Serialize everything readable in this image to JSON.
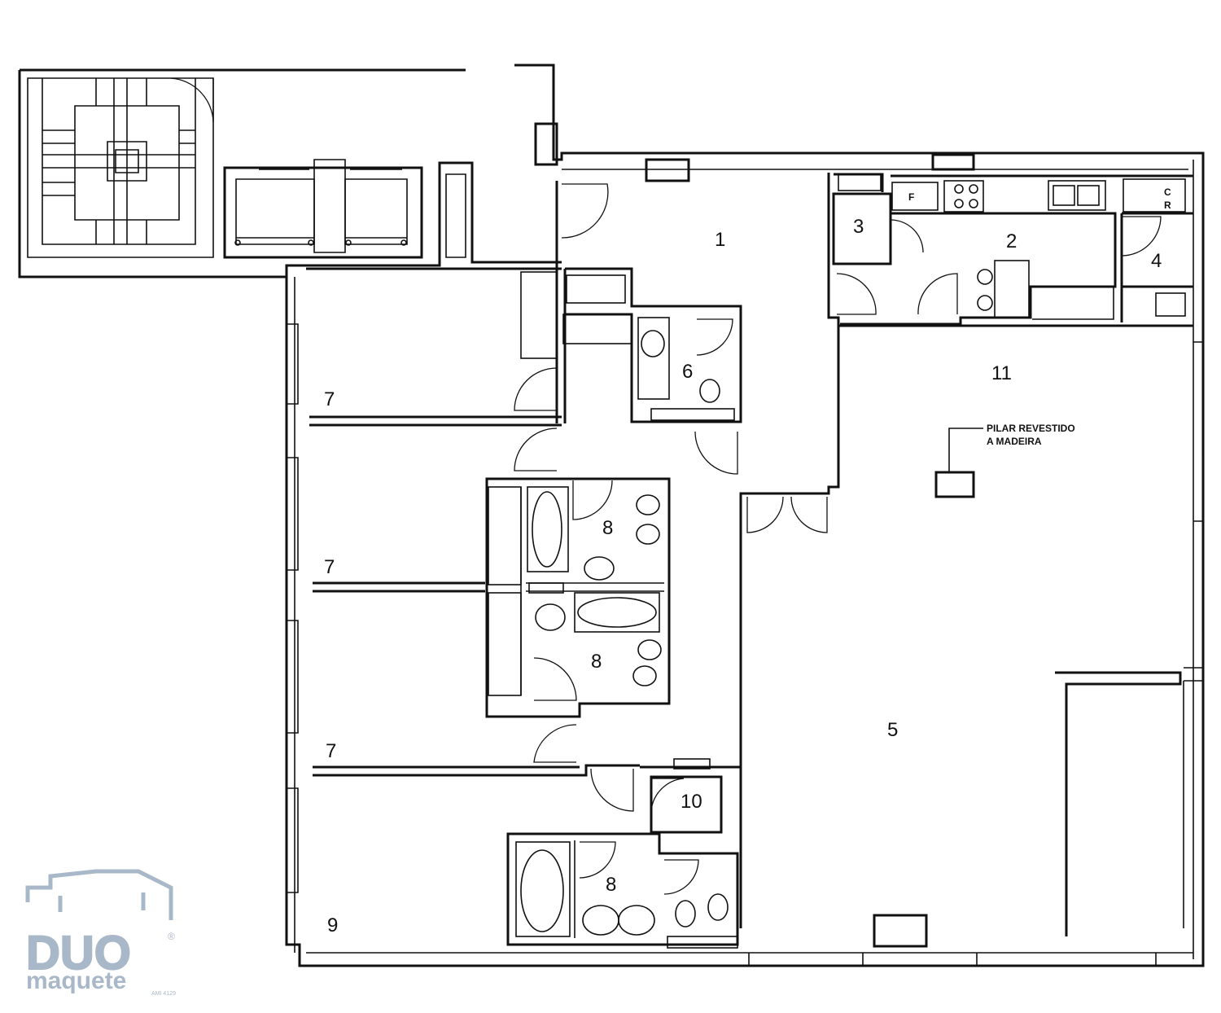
{
  "rooms": [
    {
      "id": "r1",
      "label": "1"
    },
    {
      "id": "r2",
      "label": "2"
    },
    {
      "id": "r3",
      "label": "3"
    },
    {
      "id": "r4",
      "label": "4"
    },
    {
      "id": "r5",
      "label": "5"
    },
    {
      "id": "r6",
      "label": "6"
    },
    {
      "id": "r7a",
      "label": "7"
    },
    {
      "id": "r7b",
      "label": "7"
    },
    {
      "id": "r7c",
      "label": "7"
    },
    {
      "id": "r8a",
      "label": "8"
    },
    {
      "id": "r8b",
      "label": "8"
    },
    {
      "id": "r8c",
      "label": "8"
    },
    {
      "id": "r9",
      "label": "9"
    },
    {
      "id": "r10",
      "label": "10"
    },
    {
      "id": "r11",
      "label": "11"
    }
  ],
  "annotation": {
    "line1": "PILAR REVESTIDO",
    "line2": "A MADEIRA"
  },
  "appliances": {
    "fridge": "F",
    "cooler_c": "C",
    "cooler_r": "R"
  },
  "logo": {
    "brand": "DUO",
    "sub": "maquete",
    "registered": "®",
    "tiny": "AMI 4129"
  },
  "colors": {
    "line": "#111111",
    "logo": "#a9b8c8",
    "background": "#ffffff"
  }
}
